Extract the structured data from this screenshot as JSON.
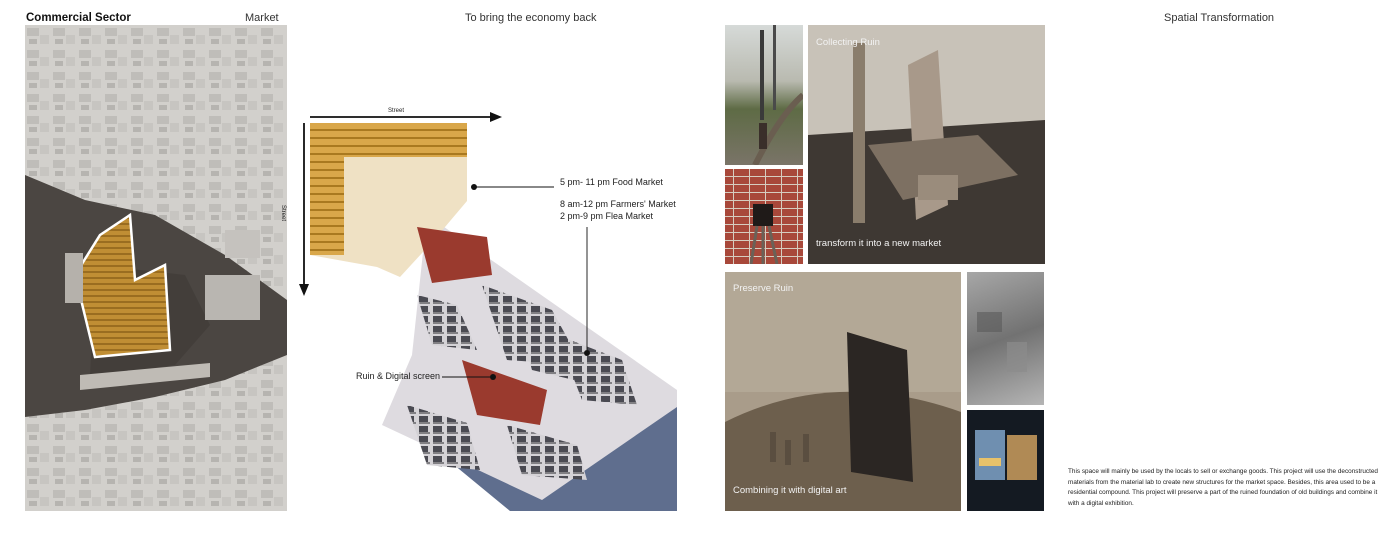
{
  "header": {
    "commercial_sector": "Commercial Sector",
    "market": "Market",
    "economy": "To bring the economy back",
    "spatial": "Spatial Transformation"
  },
  "diagram": {
    "axis_street_h": "Street",
    "axis_street_v": "Street",
    "market_hours": [
      "5 pm- 11 pm Food Market",
      "8 am-12 pm Farmers' Market",
      "2 pm-9 pm Flea Market"
    ],
    "ruin_label": "Ruin & Digital screen"
  },
  "photos": {
    "collecting_ruin": "Collecting Ruin",
    "transform": "transform it into a new market",
    "preserve_ruin": "Preserve Ruin",
    "combining": "Combining it with digital art"
  },
  "description": "This space will mainly be used by the locals to sell or exchange goods. This project will use the deconstructed materials from the material lab to create new structures for the market space. Besides, this area used to be a residential compound. This project will preserve a part of the ruined foundation of old buildings and combine it with a digital exhibition.",
  "colors": {
    "wood": "#c89a3c",
    "red_roof": "#9a3a2e",
    "slate_blue": "#5f6e8e",
    "ground_dark": "#4a4541",
    "sepia": "#8a7a66"
  }
}
